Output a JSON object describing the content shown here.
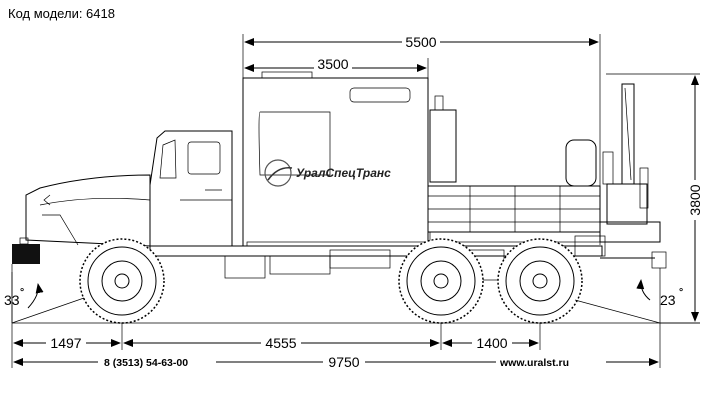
{
  "model_label": "Код модели: 6418",
  "dimensions": {
    "overall_body_length": "5500",
    "box_length": "3500",
    "height": "3800",
    "front_overhang": "1497",
    "wheelbase": "4555",
    "bogie_base": "1400",
    "total_length": "9750"
  },
  "angles": {
    "approach": "33",
    "departure": "23",
    "degree_symbol": "°"
  },
  "brand": "УралСпецТранс",
  "phone": "8 (3513) 54-63-00",
  "website": "www.uralst.ru"
}
